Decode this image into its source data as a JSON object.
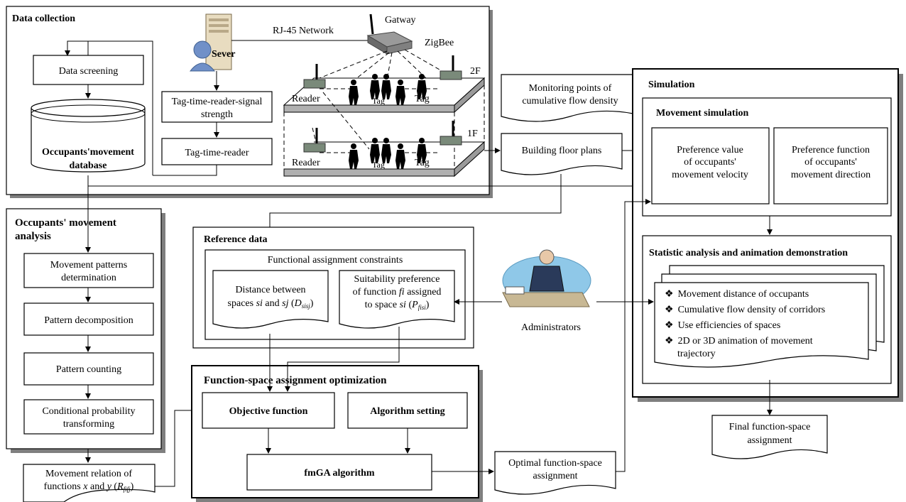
{
  "data_collection": {
    "title": "Data collection",
    "server_label": "Sever",
    "network_label": "RJ-45 Network",
    "gateway_label": "Gatway",
    "zigbee_label": "ZigBee",
    "data_screening": "Data screening",
    "tag_signal_line1": "Tag-time-reader-signal",
    "tag_signal_line2": "strength",
    "tag_time_reader": "Tag-time-reader",
    "db_line1": "Occupants'movement",
    "db_line2": "database",
    "reader_label": "Reader",
    "tag_label": "Tag",
    "floor_2f": "2F",
    "floor_1f": "1F"
  },
  "inputs": {
    "monitoring_line1": "Monitoring points of",
    "monitoring_line2": "cumulative flow density",
    "floor_plans": "Building floor plans"
  },
  "simulation": {
    "title": "Simulation",
    "movement_title": "Movement simulation",
    "velocity_line1": "Preference value",
    "velocity_line2": "of occupants'",
    "velocity_line3": "movement velocity",
    "direction_line1": "Preference function",
    "direction_line2": "of occupants'",
    "direction_line3": "movement direction",
    "stat_title": "Statistic analysis and animation demonstration",
    "bullets": [
      "Movement distance  of occupants",
      "Cumulative flow density of corridors",
      "Use efficiencies  of spaces",
      "2D or 3D animation of movement"
    ],
    "bullet_cont": "trajectory",
    "bullet_symbol": "❖"
  },
  "final_output_line1": "Final function-space",
  "final_output_line2": "assignment",
  "analysis": {
    "title_line1": "Occupants' movement",
    "title_line2": "analysis",
    "patterns_line1": "Movement patterns",
    "patterns_line2": "determination",
    "decomposition": "Pattern decomposition",
    "counting": "Pattern counting",
    "conditional_line1": "Conditional probability",
    "conditional_line2": "transforming"
  },
  "relation": {
    "line1": "Movement relation of",
    "line2_a": "functions ",
    "x": "x",
    "and": " and ",
    "y": "y",
    "paren_open": " (",
    "R": "R",
    "R_sub": "fifj",
    "paren_close": ")"
  },
  "reference": {
    "title": "Reference data",
    "constraints": "Functional assignment constraints",
    "distance_line1": "Distance between",
    "distance_line2_a": "spaces ",
    "si": "si",
    "and": " and ",
    "sj": "sj",
    "paren_open": " (",
    "D": "D",
    "D_sub": "sisj",
    "paren_close": ")",
    "suit_line1": "Suitability preference",
    "suit_line2_a": "of function ",
    "fi": "fi",
    "suit_line2_b": " assigned",
    "suit_line3_a": "to space ",
    "suit_si": "si",
    "P": "P",
    "P_sub": "fisi"
  },
  "administrators": "Administrators",
  "optimization": {
    "title": "Function-space assignment optimization",
    "objective": "Objective function",
    "algorithm_setting": "Algorithm setting",
    "fmga": "fmGA algorithm"
  },
  "optimal_line1": "Optimal function-space",
  "optimal_line2": "assignment"
}
